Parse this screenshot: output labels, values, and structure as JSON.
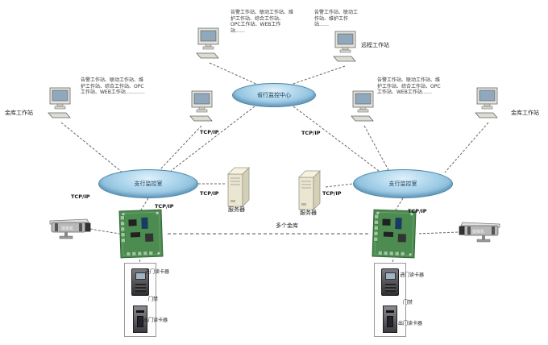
{
  "nodes": {
    "cloud_center": "省行监控中心",
    "cloud_left": "支行监控室",
    "cloud_right": "支行监控室",
    "server_left": "服务器",
    "server_right": "服务器",
    "camera_left": "摄像机",
    "camera_right": "摄像机"
  },
  "workstation_notes": {
    "top_left": "告警工作站、联动工作站、维护工作站、综合工作站、OPC工作站、WEB工作站……",
    "top_right": "告警工作站、联动工作站、维护工作站……",
    "left": "告警工作站、联动工作站、维护工作站、综合工作站、OPC工作站、WEB工作站…………",
    "right": "告警工作站、联动工作站、维护工作站、综合工作站、OPC工作站、WEB工作站……"
  },
  "labels": {
    "vault_workstation_left": "金库工作站",
    "vault_workstation_right": "金库工作站",
    "remote_workstation": "远程工作站",
    "tcpip": "TCP/IP",
    "multiple_vaults": "多个金库"
  },
  "door_unit": {
    "entry_reader": "进门读卡器",
    "door_controller": "门禁",
    "exit_reader": "出门读卡器"
  }
}
